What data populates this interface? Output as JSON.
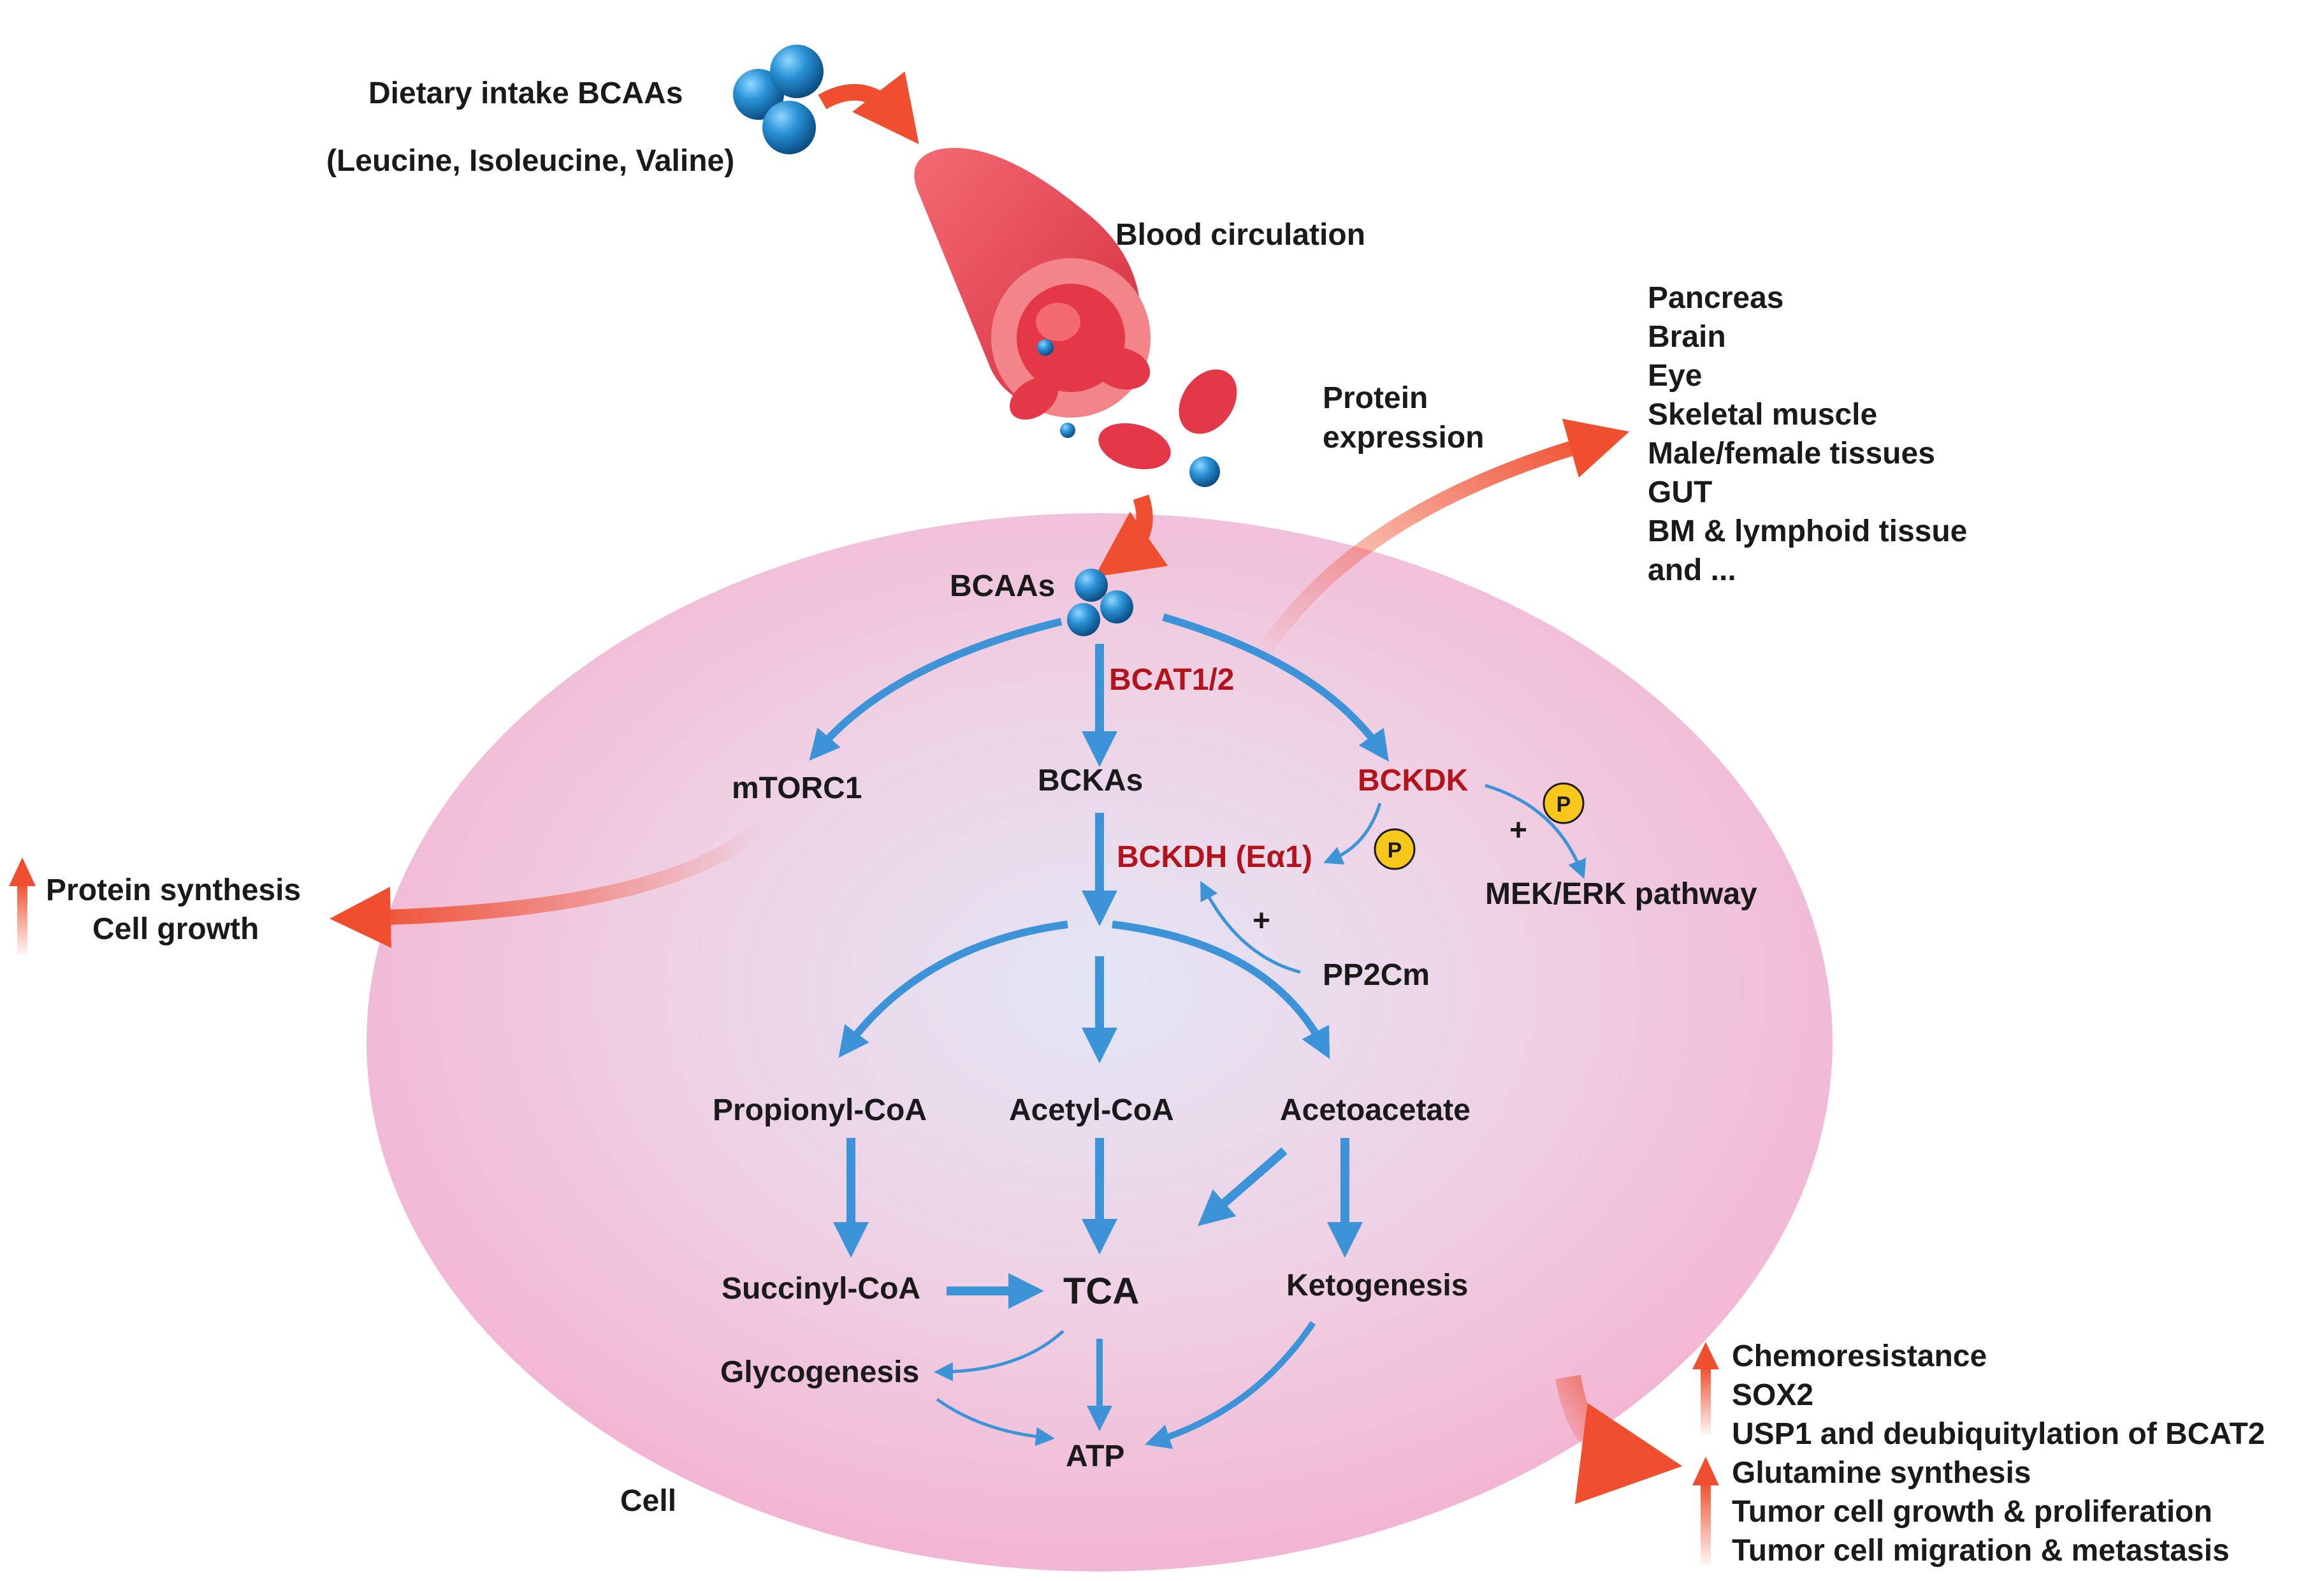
{
  "intake": {
    "title": "Dietary intake BCAAs",
    "subtitle": "(Leucine, Isoleucine, Valine)"
  },
  "blood": {
    "label": "Blood circulation"
  },
  "protein_expression": {
    "line1": "Protein",
    "line2": "expression"
  },
  "tissues": [
    "Pancreas",
    "Brain",
    "Eye",
    "Skeletal muscle",
    "Male/female tissues",
    "GUT",
    "BM & lymphoid tissue",
    "and ..."
  ],
  "cell": {
    "label": "Cell",
    "bcaas": "BCAAs",
    "bcat": "BCAT1/2",
    "mtorc1": "mTORC1",
    "bckas": "BCKAs",
    "bckdk": "BCKDK",
    "bckdh": "BCKDH (Eα1)",
    "phospho": "P",
    "plus": "+",
    "mek_erk": "MEK/ERK pathway",
    "pp2cm": "PP2Cm",
    "propionyl": "Propionyl-CoA",
    "acetyl": "Acetyl-CoA",
    "acetoacetate": "Acetoacetate",
    "succinyl": "Succinyl-CoA",
    "tca": "TCA",
    "ketogenesis": "Ketogenesis",
    "glycogenesis": "Glycogenesis",
    "atp": "ATP"
  },
  "outcomes_left": [
    "Protein synthesis",
    "Cell growth"
  ],
  "outcomes_right": [
    "Chemoresistance",
    "SOX2",
    "USP1 and deubiquitylation of BCAT2",
    "Glutamine synthesis",
    "Tumor cell growth & proliferation",
    "Tumor cell migration & metastasis"
  ],
  "colors": {
    "cell_fill": "#f1bcd6",
    "pathway_arrow": "#3d93d8",
    "effect_arrow": "#ef4f2f",
    "enzyme_text": "#b3141c",
    "blood_vessel": "#e8414f",
    "phospho_badge": "#f7c81b"
  }
}
